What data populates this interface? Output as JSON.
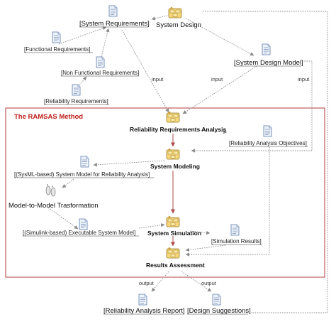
{
  "method_title": "The RAMSAS Method",
  "artifacts": {
    "system_requirements": "[System Requirements]",
    "functional_requirements": "[Functional Requirements]",
    "non_functional_requirements": "[Non Functional Requirements]",
    "reliability_requirements": "[Reliability Requirements]",
    "system_design_model": "[System Design Model]",
    "reliability_analysis_objectives": "[Reliability Analysis Objectives]",
    "sysml_model": "[(SysML-based) System Model for Reliability Analysis]",
    "simulink_model": "[(Simulink-based) Executable System Model]",
    "simulation_results": "[Simulation Results]",
    "reliability_analysis_report": "[Reliability Analysis Report]",
    "design_suggestions": "[Design Suggestions]"
  },
  "activities": {
    "system_design": "System Design",
    "reliability_requirements_analysis": "Reliability Requirements Analysis",
    "system_modeling": "System Modeling",
    "model_to_model": "Model-to-Model Trasformation",
    "system_simulation": "System Simulation",
    "results_assessment": "Results Assessment"
  },
  "edge_labels": {
    "input_left": "input",
    "input_middle": "input",
    "input_right": "input",
    "output_left": "output",
    "output_right": "output"
  },
  "colors": {
    "frame_border": "#b03a3a",
    "title_red": "#c0201b",
    "flow_line": "#b04a4a",
    "dotted_line": "#8a8a8a",
    "doc_fill": "#eef3fa",
    "doc_border": "#5a79a8",
    "activity_fill": "#f6d77a",
    "activity_border": "#9a7a2a"
  },
  "icons": {
    "artifact": "document-icon",
    "activity": "activity-icon",
    "transformation": "footprints-icon"
  }
}
